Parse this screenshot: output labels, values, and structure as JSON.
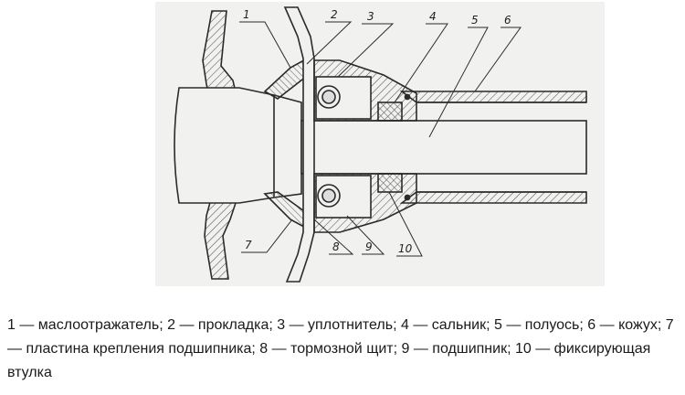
{
  "diagram": {
    "callouts": [
      {
        "num": "1"
      },
      {
        "num": "2"
      },
      {
        "num": "3"
      },
      {
        "num": "4"
      },
      {
        "num": "5"
      },
      {
        "num": "6"
      },
      {
        "num": "7"
      },
      {
        "num": "8"
      },
      {
        "num": "9"
      },
      {
        "num": "10"
      }
    ]
  },
  "caption": {
    "items": [
      "1 — маслоотражатель;",
      "2 — прокладка;",
      "3 — уплотнитель;",
      "4 — сальник;",
      "5 — полуось;",
      "6 — кожух;",
      "7 — пластина крепления подшипника;",
      "8 — тормозной щит;",
      "9 — подшипник;",
      "10 — фиксирующая втулка"
    ]
  },
  "colors": {
    "ink": "#2b2b2b",
    "paper": "#f1f1ef",
    "hatch": "#555555"
  }
}
